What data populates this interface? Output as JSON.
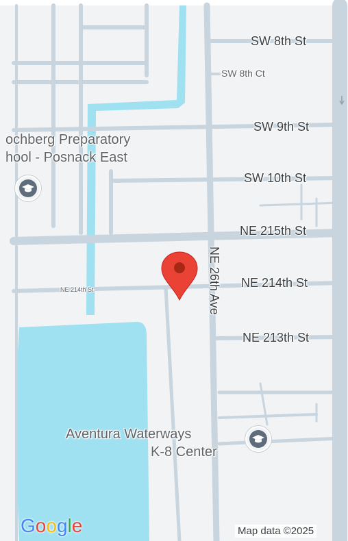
{
  "map": {
    "streets": {
      "sw_8th_st": "SW 8th St",
      "sw_8th_ct": "SW 8th Ct",
      "sw_9th_st": "SW 9th St",
      "sw_10th_st": "SW 10th St",
      "ne_215th_st": "NE 215th St",
      "ne_214th_st": "NE 214th St",
      "ne_214th_st_small": "NE 214th St",
      "ne_213th_st": "NE 213th St",
      "ne_26th_ave": "NE 26th Ave"
    },
    "places": {
      "school_1_line1": "ochberg Preparatory",
      "school_1_line2": "hool - Posnack East",
      "school_2_line1": "Aventura Waterways",
      "school_2_line2": "K-8 Center"
    },
    "logo": {
      "letters": [
        "G",
        "o",
        "o",
        "g",
        "l",
        "e"
      ],
      "colors": [
        "#4285F4",
        "#EA4335",
        "#FBBC05",
        "#4285F4",
        "#34A853",
        "#EA4335"
      ]
    },
    "attribution": "Map data ©2025",
    "colors": {
      "background": "#f1f3f4",
      "water": "#9fe0f1",
      "road": "#c8d4de",
      "marker": "#ea4335",
      "marker_dot": "#a52714"
    }
  }
}
